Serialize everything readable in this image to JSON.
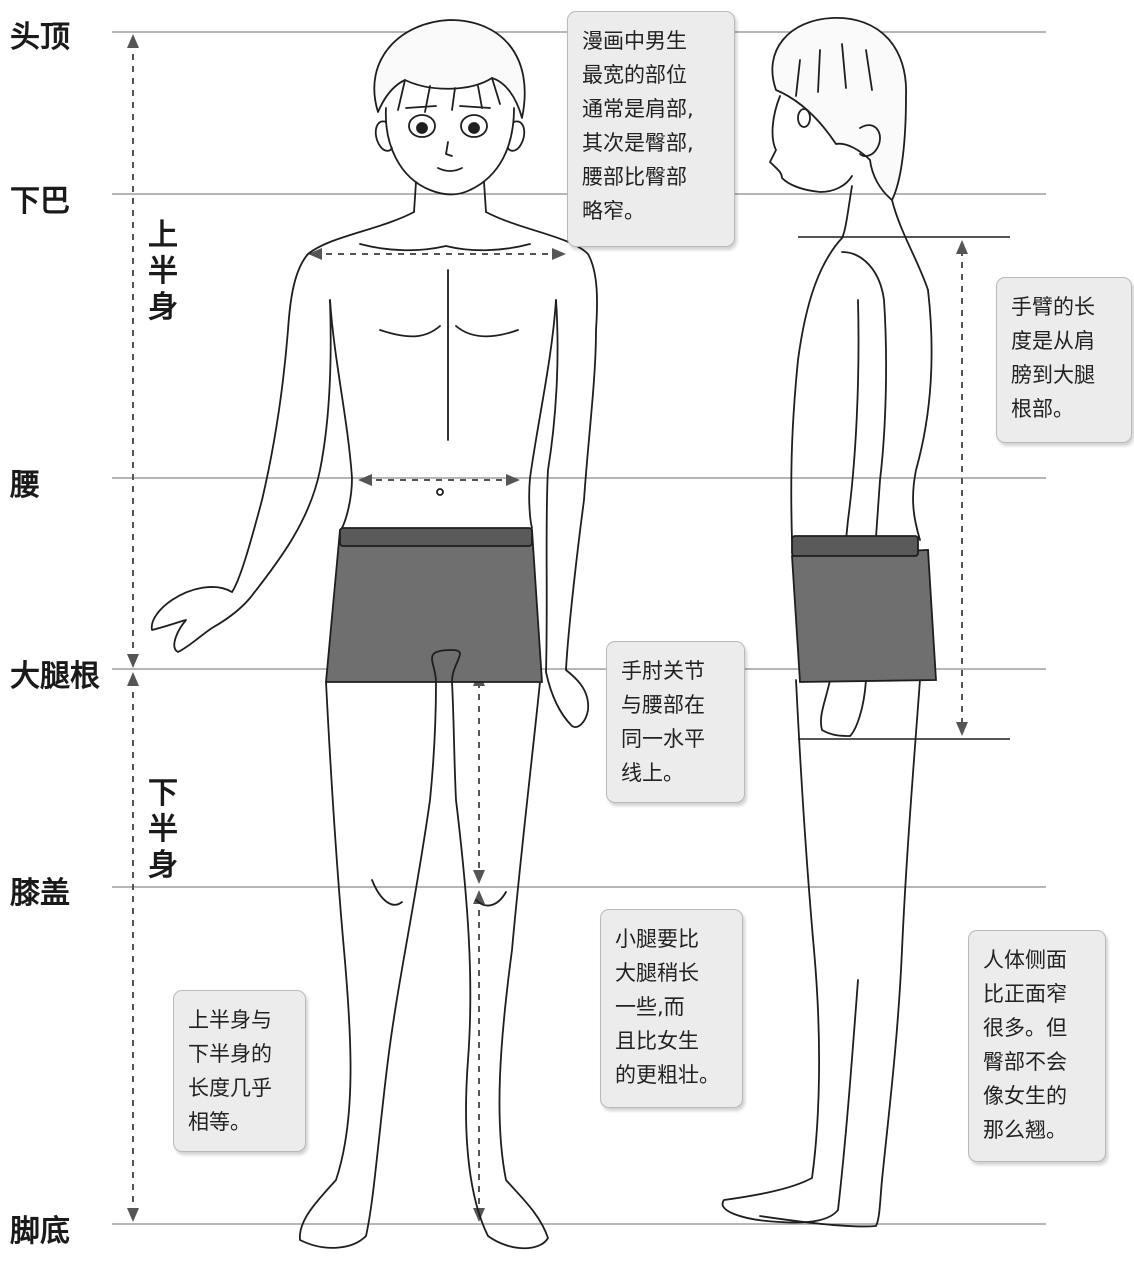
{
  "levels": {
    "head_top": "头顶",
    "chin": "下巴",
    "waist": "腰",
    "thigh_root": "大腿根",
    "knee": "膝盖",
    "sole": "脚底"
  },
  "spans": {
    "upper_body": [
      "上",
      "半",
      "身"
    ],
    "lower_body": [
      "下",
      "半",
      "身"
    ]
  },
  "notes": {
    "widest": [
      "漫画中男生",
      "最宽的部位",
      "通常是肩部,",
      "其次是臀部,",
      "腰部比臀部",
      "略窄。"
    ],
    "arm_length": [
      "手臂的长",
      "度是从肩",
      "膀到大腿",
      "根部。"
    ],
    "elbow": [
      "手肘关节",
      "与腰部在",
      "同一水平",
      "线上。"
    ],
    "calf": [
      "小腿要比",
      "大腿稍长",
      "一些,而",
      "且比女生",
      "的更粗壮。"
    ],
    "halves": [
      "上半身与",
      "下半身的",
      "长度几乎",
      "相等。"
    ],
    "side_view": [
      "人体侧面",
      "比正面窄",
      "很多。但",
      "臀部不会",
      "像女生的",
      "那么翘。"
    ]
  },
  "colors": {
    "guide_line": "#8a8a8a",
    "dashed": "#555555",
    "shorts": "#6f6f6f",
    "note_bg": "#ececec"
  }
}
